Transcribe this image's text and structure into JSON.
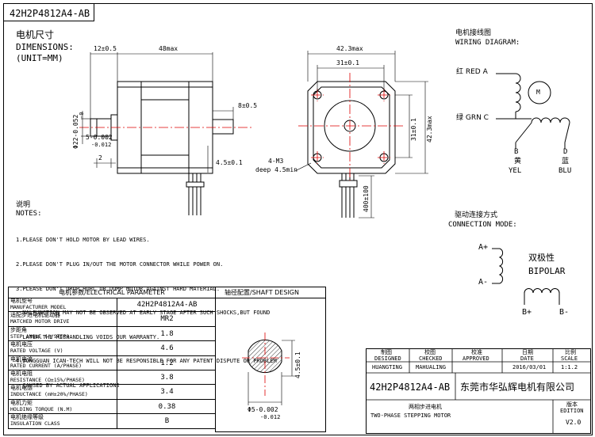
{
  "part_number": "42H2P4812A4-AB",
  "dimensions": {
    "title_cn": "电机尺寸",
    "title_en": "DIMENSIONS:",
    "unit": "(UNIT=MM)",
    "dim_12": "12±0.5",
    "dim_48": "48max",
    "dim_22": "Φ22-0.052",
    "dim_22_tol": "-0",
    "dim_5": "5-0.002",
    "dim_5_tol": "-0.012",
    "dim_2": "2",
    "dim_8": "8±0.5",
    "dim_4_5": "4.5±0.1",
    "dim_42_3": "42.3max",
    "dim_31_h": "31±0.1",
    "dim_31_v": "31±0.1",
    "dim_42_3_v": "42.3max",
    "m3": "4-M3",
    "m3_depth": "deep 4.5min",
    "lead_len": "400±100"
  },
  "wiring": {
    "title_cn": "电机接线图",
    "title_en": "WIRING DIAGRAM:",
    "red": "红 RED A",
    "grn": "绿 GRN C",
    "motor": "M",
    "b": "B",
    "b_cn": "黄",
    "b_en": "YEL",
    "d": "D",
    "d_cn": "蓝",
    "d_en": "BLU"
  },
  "connection": {
    "title_cn": "驱动连接方式",
    "title_en": "CONNECTION MODE:",
    "a_plus": "A+",
    "a_minus": "A-",
    "b_plus": "B+",
    "b_minus": "B-",
    "mode_cn": "双极性",
    "mode_en": "BIPOLAR"
  },
  "notes": {
    "title_cn": "说明",
    "title_en": "NOTES:",
    "lines": [
      "1.PLEASE DON'T HOLD MOTOR BY LEAD WIRES.",
      "2.PLEASE DON'T PLUG IN/OUT THE MOTOR CONNECTOR WHILE POWER ON.",
      "3.PLEASE DON'T DROP,HURL OR DUMP MOTOR AGAINST HARD MATERIAL.",
      "  MALFUNCTION MAY NOT BE OBSERVED AT EARLY STAGE AFTER SUCH SHOCKS,BUT FOUND",
      "  LATER.THE MISHANDLING VOIDS OUR WARRANTY.",
      "4.DONGGUAN ICAN-TECH WILL NOT BE RESPONSIBLE FOR ANY PATENT DISPUTE OR PROBLEM",
      "  CAUSED BY ACTUAL APPLICATIONS"
    ]
  },
  "params": {
    "header": "电机参数/ELECTRICAL PARAMETER",
    "rows": [
      {
        "cn": "电机型号",
        "en": "MANUFACTURER MODEL",
        "value": "42H2P4812A4-AB"
      },
      {
        "cn": "适配步进电机驱动器",
        "en": "MATCHED MOTOR DRIVE",
        "value": "MR2"
      },
      {
        "cn": "步距角",
        "en": "STEP ANGLE (°/STEP)",
        "value": "1.8"
      },
      {
        "cn": "电机电压",
        "en": "RATED VOLTAGE (V)",
        "value": "4.6"
      },
      {
        "cn": "电机电流",
        "en": "RATED CURRENT (A/PHASE)",
        "value": "1.2"
      },
      {
        "cn": "电机电阻",
        "en": "RESISTANCE (Ω±15%/PHASE)",
        "value": "3.8"
      },
      {
        "cn": "电机电感",
        "en": "INDUCTANCE (mH±20%/PHASE)",
        "value": "3.4"
      },
      {
        "cn": "电机力矩",
        "en": "HOLDING TORQUE (N.M)",
        "value": "0.38"
      },
      {
        "cn": "电机绝缘等级",
        "en": "INSULATION CLASS",
        "value": "B"
      }
    ]
  },
  "shaft": {
    "header": "轴径配置/SHAFT DESIGN",
    "dim_4_5": "4.5±0.1",
    "dim_5": "Φ5-0.002",
    "dim_5_tol": "-0.012"
  },
  "titleblock": {
    "h_designed_cn": "制图",
    "h_designed_en": "DESIGNED",
    "h_checked_cn": "校图",
    "h_checked_en": "CHECKED",
    "h_approved_cn": "校准",
    "h_approved_en": "APPROVED",
    "h_date_cn": "日期",
    "h_date_en": "DATE",
    "h_scale_cn": "比例",
    "h_scale_en": "SCALE",
    "designed": "HUANGTING",
    "checked": "MAHUALING",
    "approved": "",
    "date": "2016/03/01",
    "scale": "1:1.2",
    "part_number": "42H2P4812A4-AB",
    "company": "东莞市华弘辉电机有限公司",
    "product_cn": "两相步进电机",
    "product_en": "TWO-PHASE STEPPING MOTOR",
    "edition_cn": "版本",
    "edition_en": "EDITION",
    "edition": "V2.0"
  }
}
